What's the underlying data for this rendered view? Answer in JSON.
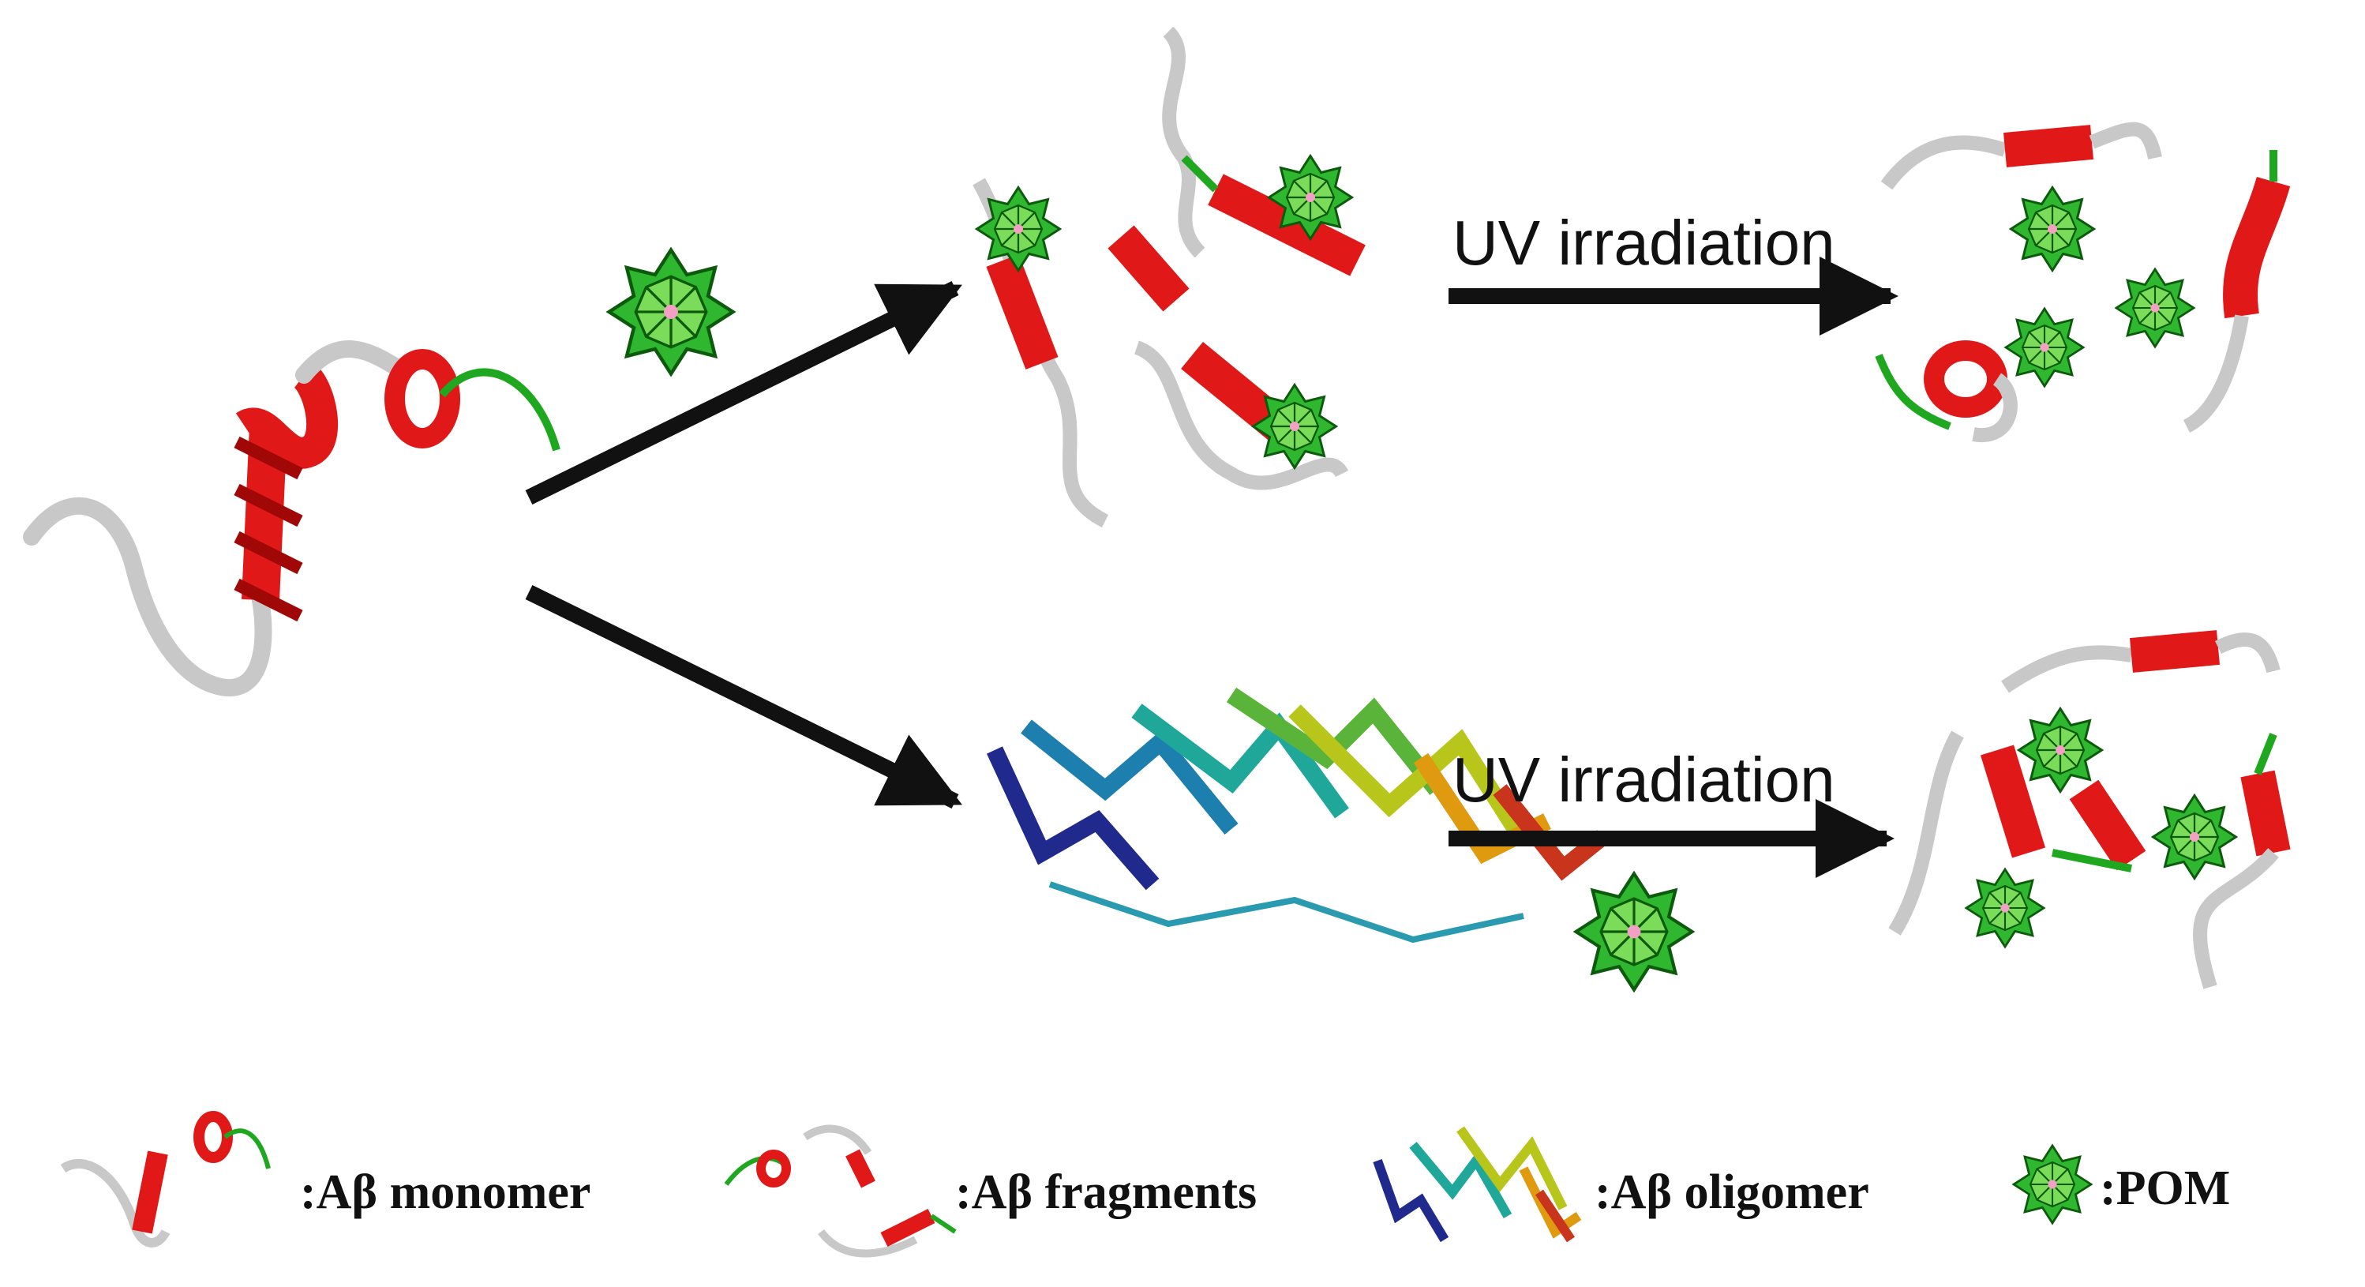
{
  "diagram": {
    "top_arrow_label": "UV irradiation",
    "bottom_arrow_label": "UV irradiation",
    "legend": [
      {
        "key": "monomer",
        "text": ":Aβ monomer"
      },
      {
        "key": "fragments",
        "text": ":Aβ fragments"
      },
      {
        "key": "oligomer",
        "text": ":Aβ oligomer"
      },
      {
        "key": "pom",
        "text": ":POM"
      }
    ],
    "colors": {
      "helix": "#e01818",
      "coil": "#c8c8c8",
      "terminal": "#1fa81f",
      "pom": "#2fb82f",
      "arrow": "#111111"
    }
  }
}
